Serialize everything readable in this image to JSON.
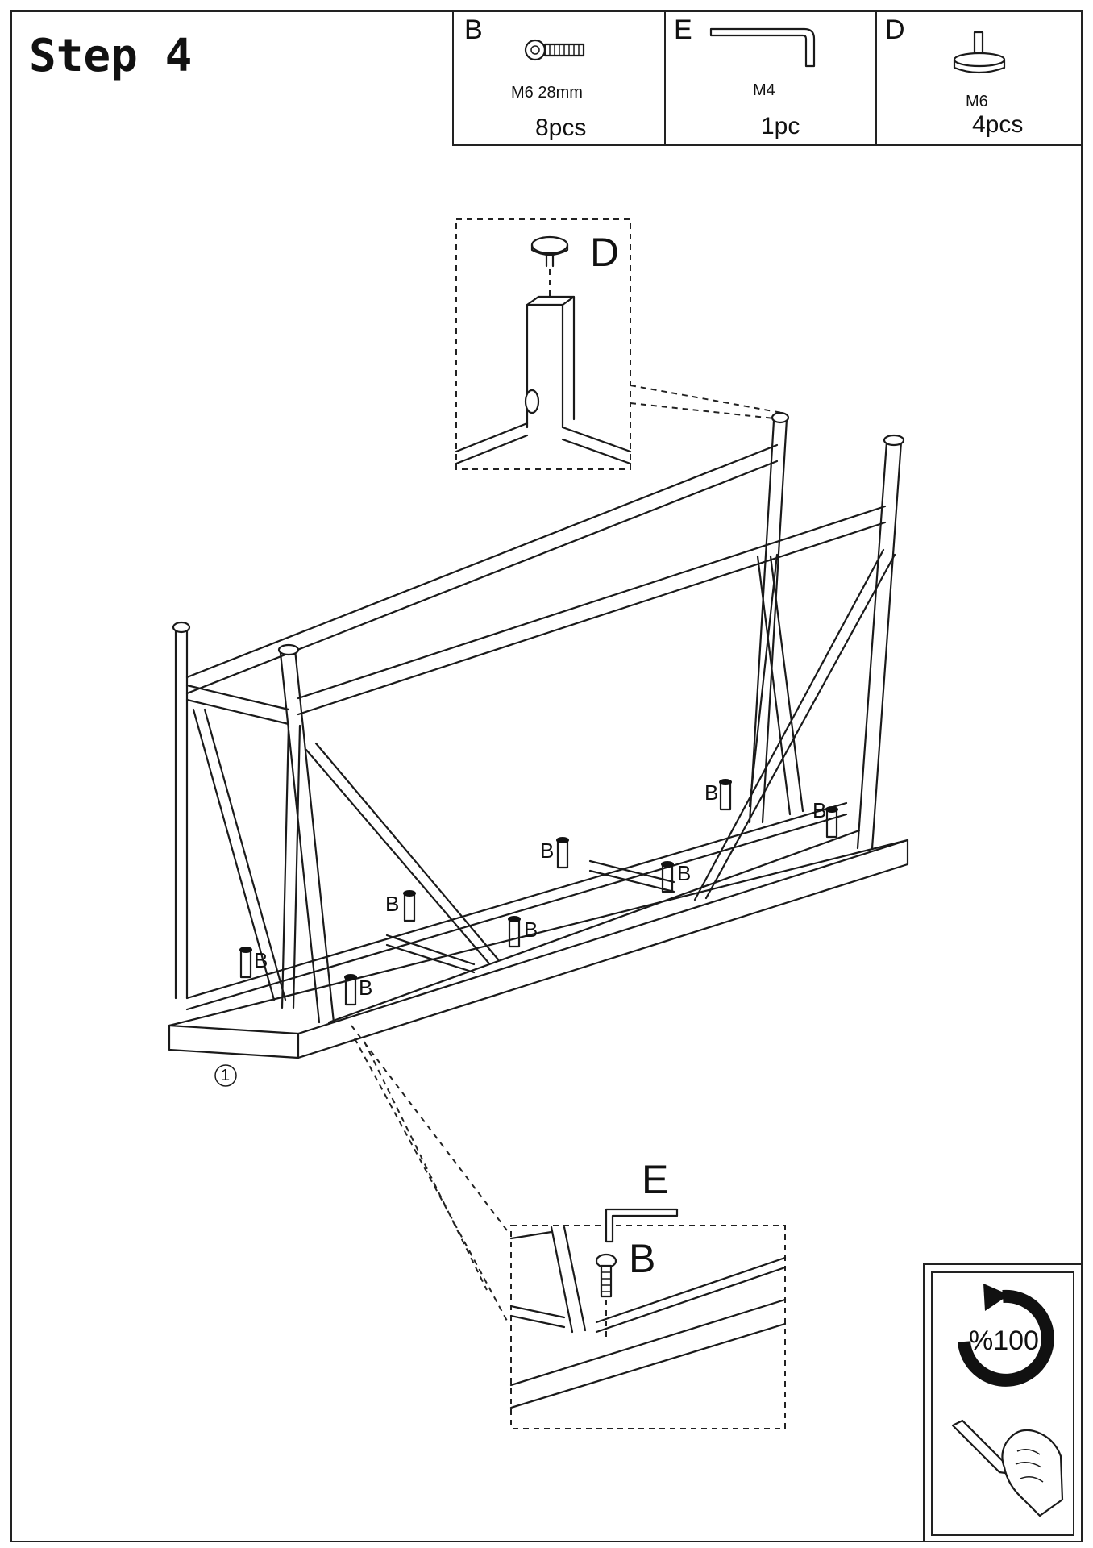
{
  "step": {
    "title": "Step 4"
  },
  "parts": [
    {
      "letter": "B",
      "spec": "M6  28mm",
      "qty": "8pcs",
      "icon": "screw-icon"
    },
    {
      "letter": "E",
      "spec": "M4",
      "qty": "1pc",
      "icon": "allen-key-icon"
    },
    {
      "letter": "D",
      "spec": "M6",
      "qty": "4pcs",
      "icon": "foot-pad-icon"
    }
  ],
  "detail_top": {
    "label": "D"
  },
  "detail_bottom": {
    "label_e": "E",
    "label_b": "B"
  },
  "screw_label": "B",
  "part_marker": "1",
  "rotation_badge": {
    "text": "%100",
    "icon": "rotate-arrow-icon"
  },
  "hand_icon": "hand-with-allen-key-icon",
  "colors": {
    "ink": "#1a1a1a",
    "paper": "#ffffff"
  }
}
